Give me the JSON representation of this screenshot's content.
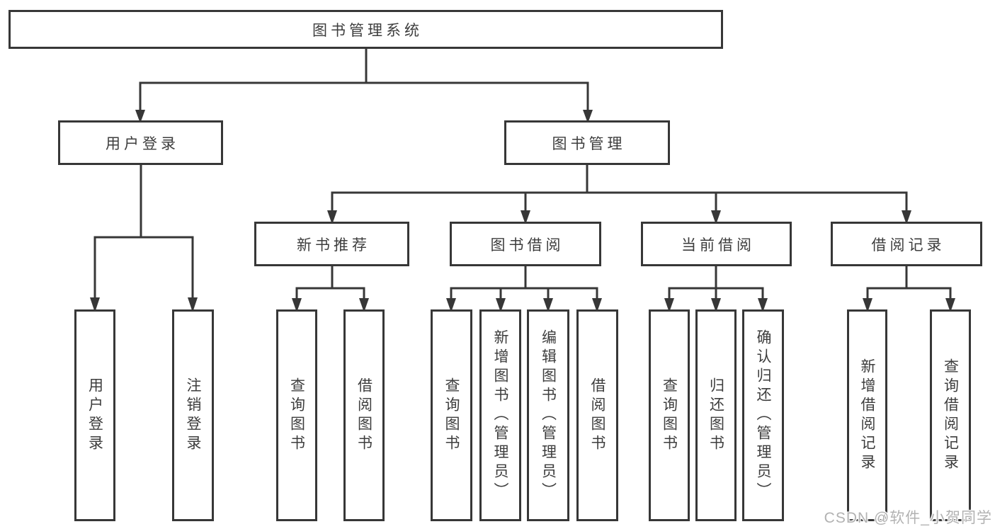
{
  "colors": {
    "line": "#373737",
    "text": "#3d3d3d",
    "watermark": "#b2b2b2",
    "background": "#ffffff"
  },
  "tree": {
    "root": {
      "label": "图书管理系统"
    },
    "branches": [
      {
        "label": "用户登录",
        "children": [
          {
            "label": "用户登录"
          },
          {
            "label": "注销登录"
          }
        ]
      },
      {
        "label": "图书管理",
        "children": [
          {
            "label": "新书推荐",
            "children": [
              {
                "label": "查询图书"
              },
              {
                "label": "借阅图书"
              }
            ]
          },
          {
            "label": "图书借阅",
            "children": [
              {
                "label": "查询图书"
              },
              {
                "label": "新增图书（管理员）"
              },
              {
                "label": "编辑图书（管理员）"
              },
              {
                "label": "借阅图书"
              }
            ]
          },
          {
            "label": "当前借阅",
            "children": [
              {
                "label": "查询图书"
              },
              {
                "label": "归还图书"
              },
              {
                "label": "确认归还（管理员）"
              }
            ]
          },
          {
            "label": "借阅记录",
            "children": [
              {
                "label": "新增借阅记录"
              },
              {
                "label": "查询借阅记录"
              }
            ]
          }
        ]
      }
    ]
  },
  "watermark": {
    "text": "CSDN @软件_小贺同学"
  }
}
